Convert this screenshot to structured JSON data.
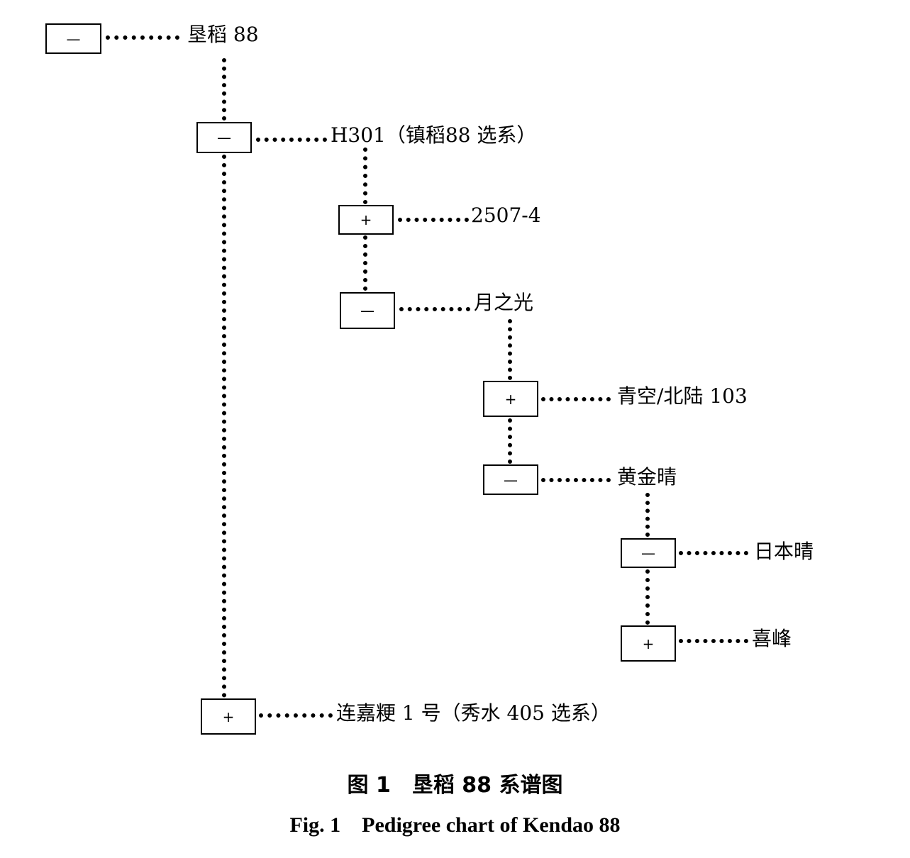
{
  "nodes": [
    {
      "id": "n1",
      "sign": "—",
      "label": "垦稻 88"
    },
    {
      "id": "n2",
      "sign": "—",
      "label": "H301（镇稻88 选系）"
    },
    {
      "id": "n3",
      "sign": "+",
      "label": "2507-4"
    },
    {
      "id": "n4",
      "sign": "—",
      "label": "月之光"
    },
    {
      "id": "n5",
      "sign": "+",
      "label": "青空/北陆 103"
    },
    {
      "id": "n6",
      "sign": "—",
      "label": "黄金晴"
    },
    {
      "id": "n7",
      "sign": "—",
      "label": "日本晴"
    },
    {
      "id": "n8",
      "sign": "+",
      "label": "喜峰"
    },
    {
      "id": "n9",
      "sign": "+",
      "label": "连嘉粳 1 号（秀水 405 选系）"
    }
  ],
  "caption": {
    "cn": "图 1　垦稻 88 系谱图",
    "en": "Fig. 1　Pedigree chart of Kendao 88"
  }
}
